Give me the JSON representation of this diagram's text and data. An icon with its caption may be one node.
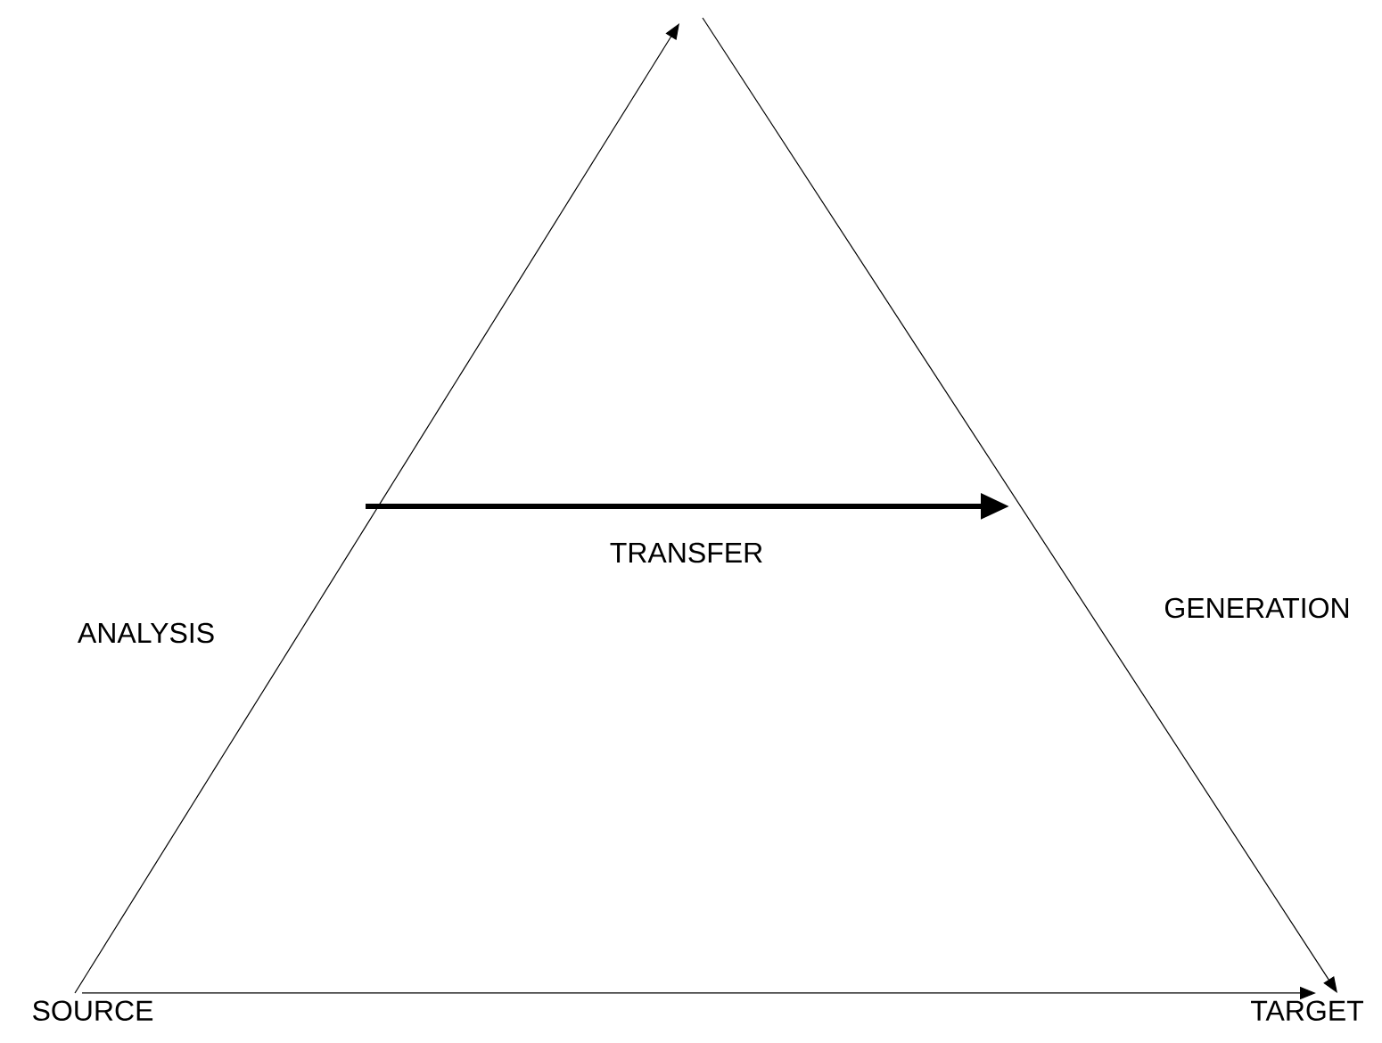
{
  "diagram": {
    "nodes": [
      {
        "text": [
          "SOURCE"
        ]
      },
      {
        "text": [
          "TARGET"
        ]
      }
    ],
    "edges": [
      {
        "from": 0,
        "to": null,
        "arrow": "to"
      },
      {
        "from": null,
        "to": 1,
        "arrow": "to"
      },
      {
        "from": 0,
        "to": 1,
        "arrow": "to"
      }
    ],
    "labels": [
      "TRANSFER",
      "ANALYSIS",
      "GENERATION"
    ]
  }
}
